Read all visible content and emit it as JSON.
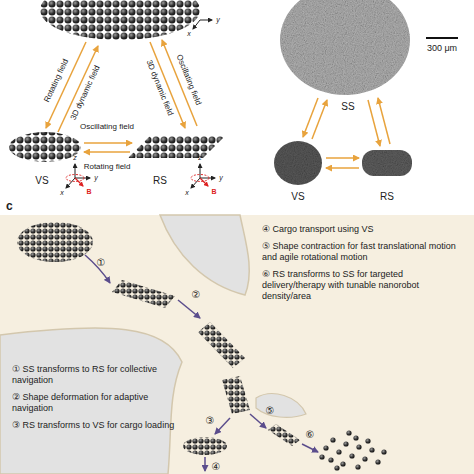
{
  "diagram": {
    "labels": [
      "Rotating field",
      "3D dynamic field",
      "3D dynamic field",
      "Oscillating field",
      "Oscillating field",
      "Rotating field",
      "y",
      "x",
      "VS",
      "z",
      "y",
      "x",
      "B",
      "RS",
      "z",
      "y",
      "x",
      "B",
      "300 μm",
      "SS",
      "VS",
      "RS",
      "c",
      "①",
      "②",
      "③",
      "④",
      "⑤",
      "⑥",
      "① SS transforms to RS for collective navigation",
      "② Shape deformation for adaptive navigation",
      "③ RS transforms to VS for cargo loading",
      "④ Cargo transport using VS",
      "⑤ Shape contraction for fast translational motion and agile rotational motion",
      "⑥ RS transforms to SS for targeted delivery/therapy with tunable nanorobot density/area"
    ]
  }
}
